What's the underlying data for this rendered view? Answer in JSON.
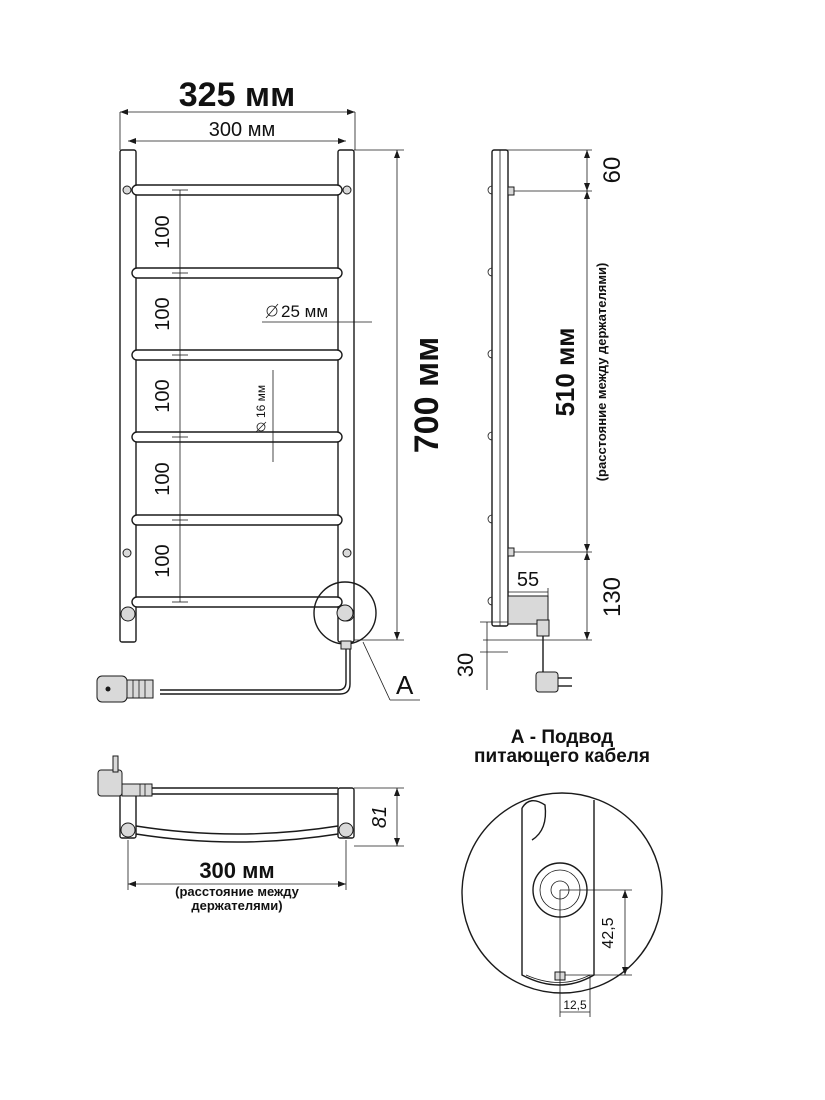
{
  "front_view": {
    "overall_width": "325 мм",
    "inner_width": "300 мм",
    "height": "700 мм",
    "spacings": [
      "100",
      "100",
      "100",
      "100",
      "100"
    ],
    "tube_diameter": "25 мм",
    "rung_diameter": "16 мм",
    "detail_marker": "A"
  },
  "side_view": {
    "top_offset": "60",
    "holder_distance": "510 мм",
    "holder_distance_note": "(расстояние между держателями)",
    "bottom_offset": "130",
    "cable_offset": "55",
    "floor_offset": "30"
  },
  "top_view": {
    "depth": "81",
    "holder_width": "300 мм",
    "holder_width_note_line1": "(расстояние между",
    "holder_width_note_line2": "держателями)"
  },
  "detail_view": {
    "title_line1": "А - Подвод",
    "title_line2": "питающего кабеля",
    "vertical_offset": "42,5",
    "horizontal_offset": "12,5"
  }
}
